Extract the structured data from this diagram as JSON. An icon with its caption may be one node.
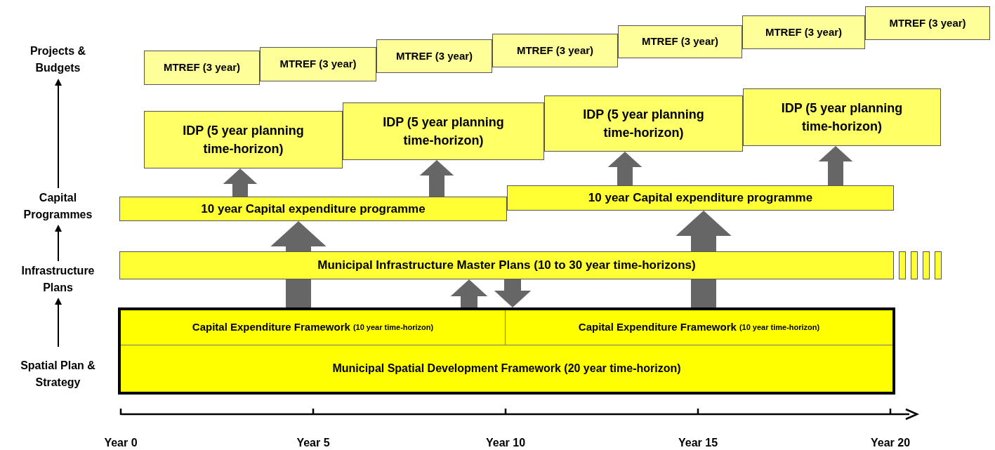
{
  "diagram": {
    "nodes": [
      {
        "text": [
          "MTREF (3 year)"
        ]
      },
      {
        "text": [
          "MTREF (3 year)"
        ]
      },
      {
        "text": [
          "MTREF (3 year)"
        ]
      },
      {
        "text": [
          "MTREF (3 year)"
        ]
      },
      {
        "text": [
          "MTREF (3 year)"
        ]
      },
      {
        "text": [
          "MTREF (3 year)"
        ]
      },
      {
        "text": [
          "MTREF (3 year)"
        ]
      },
      {
        "text": [
          "IDP (5 year planning time-horizon)"
        ]
      },
      {
        "text": [
          "IDP (5 year planning time-horizon)"
        ]
      },
      {
        "text": [
          "IDP (5 year planning time-horizon)"
        ]
      },
      {
        "text": [
          "IDP (5 year planning time-horizon)"
        ]
      },
      {
        "text": [
          "10 year Capital expenditure programme"
        ]
      },
      {
        "text": [
          "10 year Capital expenditure programme"
        ]
      },
      {
        "text": [
          "Municipal Infrastructure Master Plans (10 to 30 year time-horizons)"
        ]
      },
      {
        "text": [],
        "shape": "bar"
      },
      {
        "text": [],
        "shape": "bar"
      },
      {
        "text": [],
        "shape": "bar"
      },
      {
        "text": [],
        "shape": "bar"
      },
      {
        "text": [],
        "shape": "box"
      },
      {
        "text": [
          "Capital Expenditure Framework",
          "(10 year time-horizon)"
        ],
        "in": 18
      },
      {
        "text": [
          "Capital Expenditure Framework",
          "(10 year time-horizon)"
        ],
        "in": 18
      },
      {
        "text": [
          "Municipal Spatial Development Framework (20 year time-horizon)"
        ],
        "in": 18
      },
      {
        "text": [
          "Projects & Budgets"
        ]
      },
      {
        "text": [
          "Capital Programmes"
        ]
      },
      {
        "text": [
          "Infrastructure Plans"
        ]
      },
      {
        "text": [
          "Spatial Plan & Strategy"
        ]
      }
    ],
    "edges": [
      {
        "from": 11,
        "to": 7,
        "arrow": "to"
      },
      {
        "from": 11,
        "to": 8,
        "arrow": "to"
      },
      {
        "from": 12,
        "to": 9,
        "arrow": "to"
      },
      {
        "from": 12,
        "to": 10,
        "arrow": "to"
      },
      {
        "from": 19,
        "to": 13,
        "arrow": "none"
      },
      {
        "from": 13,
        "to": 11,
        "arrow": "to"
      },
      {
        "from": 20,
        "to": 13,
        "arrow": "none"
      },
      {
        "from": 13,
        "to": 12,
        "arrow": "to"
      },
      {
        "from": 18,
        "to": 13,
        "arrow": "to"
      },
      {
        "from": 13,
        "to": 18,
        "arrow": "to"
      },
      {
        "from": 23,
        "to": 22,
        "arrow": "to",
        "color": "#000000"
      },
      {
        "from": 24,
        "to": 23,
        "arrow": "to",
        "color": "#000000"
      },
      {
        "from": 25,
        "to": 24,
        "arrow": "to",
        "color": "#000000"
      }
    ],
    "labels": [
      "Year 0",
      "Year 5",
      "Year 10",
      "Year 15",
      "Year 20"
    ]
  }
}
